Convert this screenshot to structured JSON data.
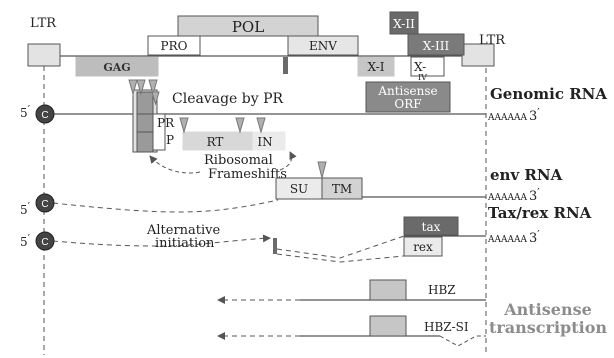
{
  "labels": {
    "ltr_left": "LTR",
    "ltr_right": "LTR",
    "pol": "POL",
    "pro": "PRO",
    "env": "ENV",
    "gag": "GAG",
    "x1": "X-I",
    "x2": "X-II",
    "x3": "X-III",
    "x4": "X-",
    "x4b": "IV",
    "antisense_orf_1": "Antisense",
    "antisense_orf_2": "ORF",
    "cleavage": "Cleavage by PR",
    "pr1": "PR",
    "pr2": "P",
    "rt": "RT",
    "in": "IN",
    "ribo1": "Ribosomal",
    "ribo2": "Frameshifts",
    "su": "SU",
    "tm": "TM",
    "alt1": "Alternative",
    "alt2": "initiation",
    "tax": "tax",
    "rex": "rex",
    "hbz": "HBZ",
    "hbzsi": "HBZ-SI",
    "cap": "C",
    "five_prime": "5",
    "prime_mark": "′",
    "polyA": "AAAAAA",
    "three_prime": "3",
    "genomic_rna": "Genomic RNA",
    "env_rna": "env RNA",
    "taxrex_rna": "Tax/rex RNA",
    "antisense_1": "Antisense",
    "antisense_2": "transcription"
  },
  "colors": {
    "light_box": "#e3e3e3",
    "mid_box": "#c6c6c6",
    "dark_box": "#6a6a6a",
    "darker_box": "#7a7a7a",
    "line": "#555555",
    "text": "#222222",
    "antisense_text": "#8c8c8c"
  }
}
